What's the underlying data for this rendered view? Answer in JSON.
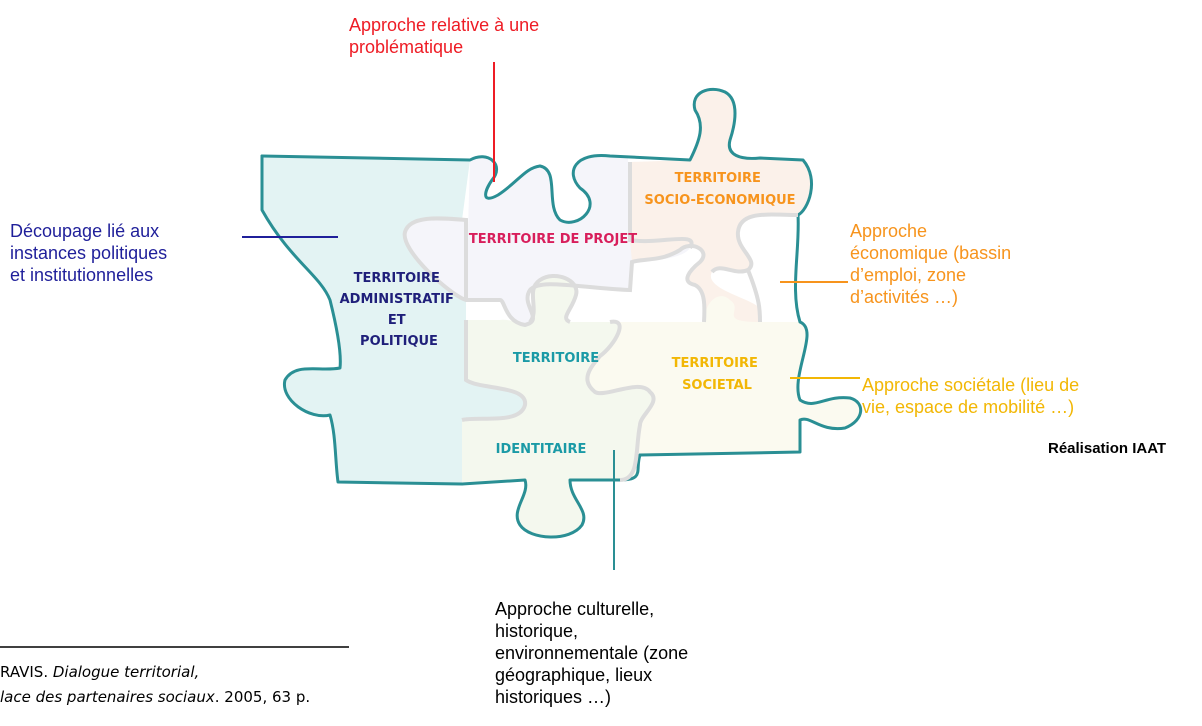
{
  "pieces": {
    "administratif": {
      "lines": [
        "TERRITOIRE",
        "ADMINISTRATIF",
        "ET",
        "POLITIQUE"
      ],
      "color": "#1f1f7a"
    },
    "projet": {
      "label": "TERRITOIRE DE PROJET",
      "color": "#d81e5b"
    },
    "socio_economique": {
      "lines": [
        "TERRITOIRE",
        "SOCIO-ECONOMIQUE"
      ],
      "color": "#f7941d"
    },
    "identitaire": {
      "lines": [
        "TERRITOIRE",
        "IDENTITAIRE"
      ],
      "color": "#1a9aa6"
    },
    "societal": {
      "lines": [
        "TERRITOIRE",
        "SOCIETAL"
      ],
      "color": "#f2b705"
    }
  },
  "annotations": {
    "problematique": {
      "lines": [
        "Approche relative à une",
        "problématique"
      ],
      "color": "#ee1c25"
    },
    "politique": {
      "lines": [
        "Découpage lié aux",
        "instances politiques",
        "et institutionnelles"
      ],
      "color": "#1f1f9a"
    },
    "economique": {
      "lines": [
        "Approche",
        "économique (bassin",
        "d’emploi, zone",
        "d’activités …)"
      ],
      "color": "#f7941d"
    },
    "societale": {
      "lines": [
        "Approche sociétale (lieu de",
        "vie, espace de mobilité …)"
      ],
      "color": "#f2b705"
    },
    "culturelle": {
      "lines": [
        "Approche culturelle,",
        "historique,",
        "environnementale (zone",
        "géographique, lieux",
        "historiques …)"
      ],
      "color": "#000000"
    }
  },
  "credit": "Réalisation IAAT",
  "footnote": {
    "line1_plain": "RAVIS. ",
    "line1_italic": "Dialogue territorial,",
    "line2_italic": "lace des partenaires sociaux",
    "line2_plain": ". 2005, 63 p."
  },
  "outline_color": "#2a8f94",
  "fills": {
    "administratif": "#e3f3f3",
    "projet": "#f5f5fa",
    "socio_economique": "#fbf1ea",
    "identitaire": "#f4f8ee",
    "societal": "#fbfaf0"
  }
}
